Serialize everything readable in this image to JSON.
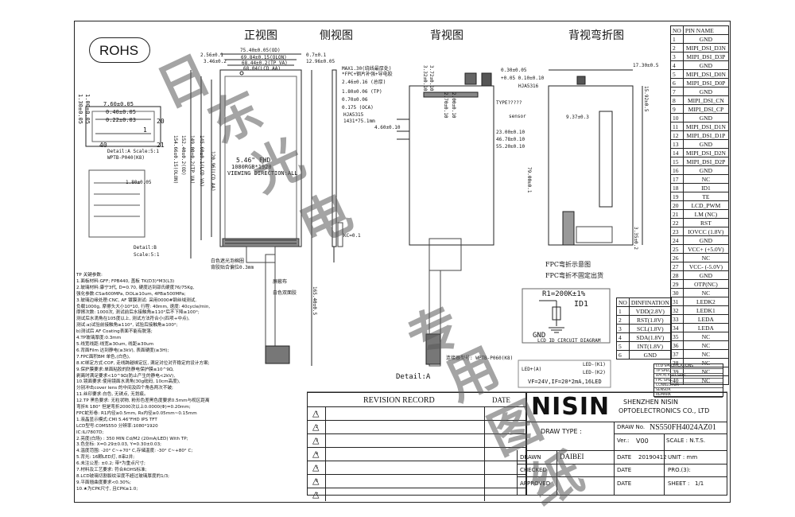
{
  "rohs": "ROHS",
  "view_titles": {
    "front": "正视图",
    "side": "侧视图",
    "back": "背视图",
    "back_bent": "背视弯折图"
  },
  "front_dims": [
    "75.40±0.05(OD)",
    "69.84±0.15(OLON)",
    "68.44±0.2(TP VA)",
    "68.04(LCD AA)",
    "2.56±0.1",
    "0.7±0.1",
    "3.46±0.2",
    "12.96±0.05"
  ],
  "front_vert_dims": [
    "149.00±0.2(TP VA)",
    "145.60±0.1(LCD VA)",
    "152.40±0.2(OD)",
    "154.66±0.15(OLON)",
    "120.96(LCD AA)",
    "165.40±0.5"
  ],
  "front_texts": {
    "size": "5.46\" FHD",
    "res": "1080RGB*1920",
    "view": "VIEWING DIRECTION:ALL",
    "note1": "白色遮光泡棉圈",
    "note2": "背胶贴合偏位0.3mm",
    "note3": "白色双面胶",
    "shield": "屏蔽布"
  },
  "side_texts": {
    "n1": "MAX1.30(绕线最厚处)",
    "n2": "*FPC+钢片补强+导电胶",
    "n3": "2.46±0.16 (总厚)",
    "n4": "1.80±0.06 (TP)",
    "n5": "0.70±0.06",
    "n6": "0.175 (OCA)",
    "chip": "HJA5315",
    "lamp": "1431*75.1mm",
    "kc": "KC=0.1"
  },
  "back_texts": {
    "d1": "3.32±0.10",
    "d2": "3.72±0.10",
    "d3": "2.70±0.10",
    "d4": "2.00±0.10",
    "d5": "4.60±0.10",
    "d6": "23.00±0.10",
    "d7": "46.78±0.10",
    "d8": "55.20±0.10",
    "type": "TYPE?????",
    "sensor": "sensor",
    "d9": "0.30±0.05",
    "d10": "+0.05 0.10±0.10",
    "fpc_note": "FPC弯折示意图",
    "fpc_note2": "FPC弯折不固定出货",
    "detail_a": "Detail:A",
    "chip": "HJA5316",
    "conn": "连接器型号: WPTB-P060(K8)"
  },
  "bent_texts": {
    "d1": "17.30±0.5",
    "d2": "15.92±0.5",
    "d3": "9.37±0.3",
    "d4": "79.00±0.1",
    "d5": "3.35±0.2",
    "d6": "?"
  },
  "detail1": {
    "dims": [
      "7.60±0.05",
      "0.40±0.05",
      "0.22±0.03",
      "1.30±0.05",
      "1.00±0.05"
    ],
    "p20": "20",
    "p21": "21",
    "p40": "40",
    "p1": "1",
    "label": "Detail:A Scale:5:1",
    "conn": "WPTB-P040(K8)"
  },
  "detail2": {
    "dims": [
      "1.80±0.05"
    ],
    "label": "Detail:B",
    "scale": "Scale:5:1"
  },
  "notes": [
    "TP 关键参数:",
    "1.面板材料:GFF; FPB440, 盖板 TK(D3)*M3(L3)",
    "2.玻璃材料:康宁3代, D=0.70, 硬度达到邵氏硬度76/75Kg,",
    "  强化参数:CS≥600MPa, DOL≥10um, 4PB≥500MPa;",
    "3.玻璃边缘处理:CNC,  AF 镀膜测试: 采用0000#钢丝绒测试,",
    "  负载1000g, 摩擦头大小10*10, 行程: 40mm, 速度: 40cycle/min,",
    "  摩擦次数: 1000次, 测试前后水接触角≥110°后不下降≥100°;",
    "  测试后水滴角在105度以上, 测试方法符合小(四项+中点),",
    "  测试:a)试验前接触角≥110°, 试验后接触角≥100°;",
    "       b)测试后 AF Coating表面不能有脱落;",
    "4.TP玻璃厚度:0.3mm",
    "5.线宽线距:线宽≥30um, 线距≥30um",
    "6.背面Film 达到静电(≥3kV), 表面硬度(≥3H);",
    "7.FPC面积BM 单色,(白色),",
    "8.IC绑定方式:COF, 走线跨越绑定区,  满足对位对齐稳定的设计方案;",
    "9.保护膜要求:单面粘胶的防静电保护膜≤10^9Ω,",
    "  剥离时满足要求<10^9Ω(防止产生的静电<2kV),",
    "10.镜面要求:使用镜面水滴角(30g砝码,  10cm高度),",
    "  分别冲击cover lens 的中间及四个角各两次不破;",
    "11.丝印要求:白色, 无锈点, 无划痕。",
    "12.TP 黑色要求: 无粒状物, 粉形色差黑色度要求0.5mm与视区距离",
    "  弯折R 180° 但是弯折2000次以上0.0000(Φ)=0.20mm;",
    "  FPC蛇形卷: R1内径≥0.5mm, Rs内径≥0.05mm~0.15mm",
    "1.液晶显示模式:CMI 5.46\"FHD IPS TFT",
    "  LCD型号:C0MS550    分辨率:1080*1920",
    "  IC:ILI7807D;",
    "2.亮度(白场) : 350 MIN Cd/M2 (20mA/LED) With TP;",
    "3.色坐标: X=0.29±0.03,  Y=0.30±0.03;",
    "4.温度范围: -20° C~+70° C,存储温度: -30° C~+80° C;",
    "5.背光: 16颗LED灯, 8串2并;",
    "6.未注公差: ±0.2; 带*为重点尺寸;",
    "7.材料及工艺要求: 符合ROHS标准;",
    "8.LCD玻璃切割裂纹深度不超过玻璃厚度的1/3;",
    "9.平面翘曲度要求<0.30%;",
    "10.★为CPK尺寸, 且CPK≥1.0;"
  ],
  "pin_header": {
    "no": "NO",
    "name": "PIN NAME"
  },
  "pins": [
    "GND",
    "MIPI_DSI_D3N",
    "MIPI_DSI_D3P",
    "GND",
    "MIPI_DSI_D0N",
    "MIPI_DSI_D0P",
    "GND",
    "MIPI_DSI_CN",
    "MIPI_DSI_CP",
    "GND",
    "MIPI_DSI_D1N",
    "MIPI_DSI_D1P",
    "GND",
    "MIPI_DSI_D2N",
    "MIPI_DSI_D2P",
    "GND",
    "NC",
    "ID1",
    "TE",
    "LCD_PWM",
    "LM (NC)",
    "RST",
    "IOVCC (1.8V)",
    "GND",
    "VCC+ (+5.0V)",
    "NC",
    "VCC- (-5.0V)",
    "GND",
    "OTP(NC)",
    "NC",
    "LEDK2",
    "LEDK1",
    "LEDA",
    "LEDA",
    "NC",
    "NC",
    "NC",
    "NC",
    "NC",
    "NC"
  ],
  "def_header": {
    "no": "NO",
    "name": "DINFINATION"
  },
  "defs": [
    [
      "1",
      "VDD(2.8V)"
    ],
    [
      "2",
      "RST(1.8V)"
    ],
    [
      "3",
      "SCL(1.8V)"
    ],
    [
      "4",
      "SDA(1.8V)"
    ],
    [
      "5",
      "INT(1.8V)"
    ],
    [
      "6",
      "GND"
    ]
  ],
  "circuit": {
    "r": "R1=200K±1%",
    "id": "ID1",
    "gnd": "GND",
    "label": "LCD ID CIRCUIT DIAGRAM",
    "led": "VF=24V,IF=20*2mA,16LED",
    "led_minus1": "LED-(K1)",
    "led_minus2": "LED-(K2)",
    "led_plus": "LED+(A)"
  },
  "revision": {
    "title": "REVISION RECORD",
    "date": "DATE",
    "marks": [
      "1",
      "2",
      "3",
      "4",
      "5",
      "6",
      "7"
    ]
  },
  "company": {
    "logo": "NISIN",
    "name1": "SHENZHEN NISIN",
    "name2": "OPTOELECTRONICS CO., LTD"
  },
  "title_block": {
    "draw_type": "DRAW TYPE :",
    "draw_no_label": "DRAW No.",
    "draw_no": "NS550FH4024AZ01",
    "ver_label": "Ver.:",
    "ver": "V00",
    "scale": "SCALE : N.T.S.",
    "drawn": "DRAWN",
    "drawn_by": "DAIBEI",
    "date_label": "DATE",
    "date": "20190412",
    "unit": "UNIT : mm",
    "checked": "CHECKED",
    "pro": "PRO.(3):",
    "approved": "APPROVED",
    "sheet_label": "SHEET :",
    "sheet": "1/1"
  },
  "watermark": [
    "日",
    "东",
    "光",
    "电",
    "专",
    "用",
    "图",
    "纸"
  ],
  "legend_box": [
    "LCD SPECIFICATIONS",
    "TP SPEC",
    "BACKLIGHT SPEC",
    "FPC SPEC",
    "CONNECTOR",
    "SENSOR",
    "REMARK"
  ]
}
